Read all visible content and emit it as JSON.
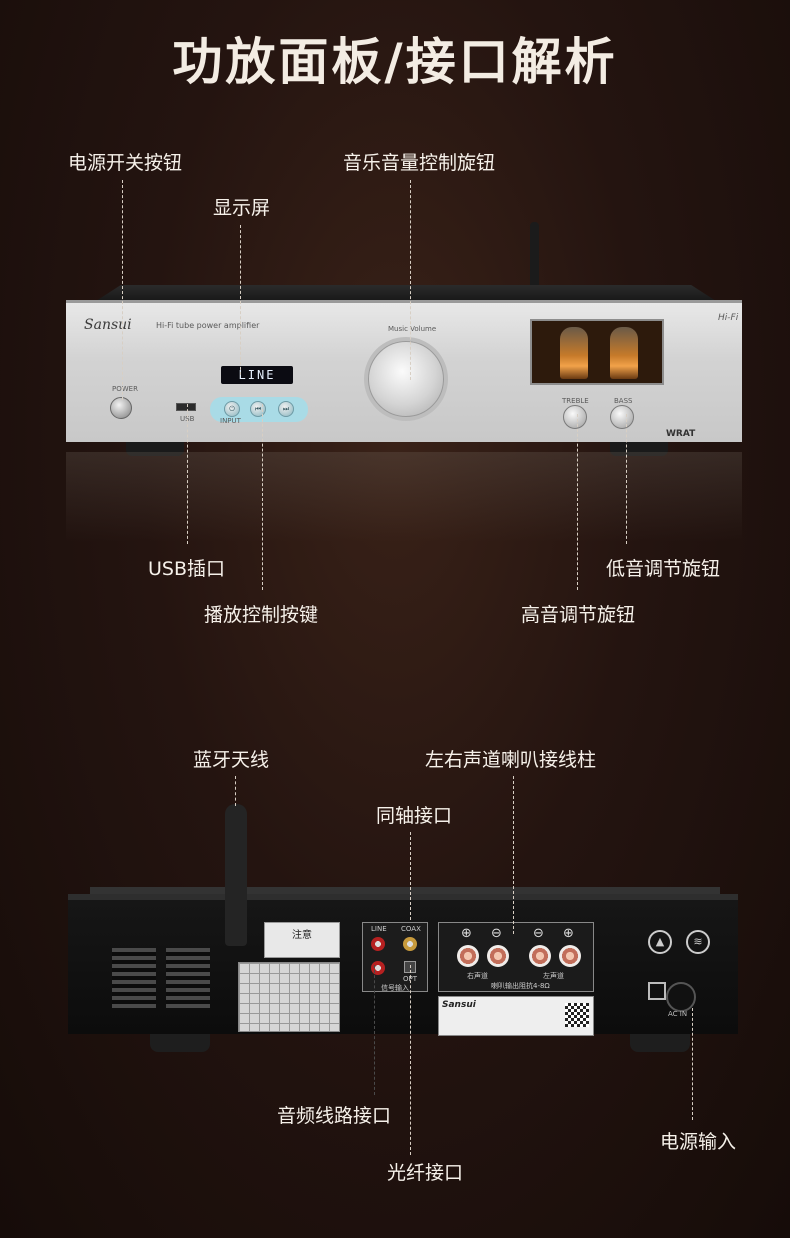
{
  "title": "功放面板/接口解析",
  "front_labels": {
    "power_switch": "电源开关按钮",
    "volume_knob": "音乐音量控制旋钮",
    "display": "显示屏",
    "usb": "USB插口",
    "playback": "播放控制按键",
    "bass": "低音调节旋钮",
    "treble": "高音调节旋钮"
  },
  "rear_labels": {
    "antenna": "蓝牙天线",
    "speaker_posts": "左右声道喇叭接线柱",
    "coaxial": "同轴接口",
    "line_in": "音频线路接口",
    "optical": "光纤接口",
    "power_input": "电源输入"
  },
  "front_panel": {
    "brand": "Sansui",
    "subtitle": "Hi-Fi tube power amplifier",
    "display_text": "LINE",
    "power_text": "POWER",
    "usb_text": "USB",
    "input_text": "INPUT",
    "volume_text": "Music Volume",
    "treble_text": "TREBLE",
    "bass_text": "BASS",
    "hifi_text": "Hi-Fi",
    "wrat_text": "WRAT"
  },
  "rear_panel": {
    "notice_title": "注意",
    "line_text": "LINE",
    "coax_text": "COAX",
    "opt_text": "OPT",
    "signal_text": "信号输入",
    "right_ch": "右声道",
    "left_ch": "左声道",
    "impedance_text": "喇叭输出阻抗4-8Ω",
    "brand": "Sansui",
    "ac_text": "AC IN"
  }
}
